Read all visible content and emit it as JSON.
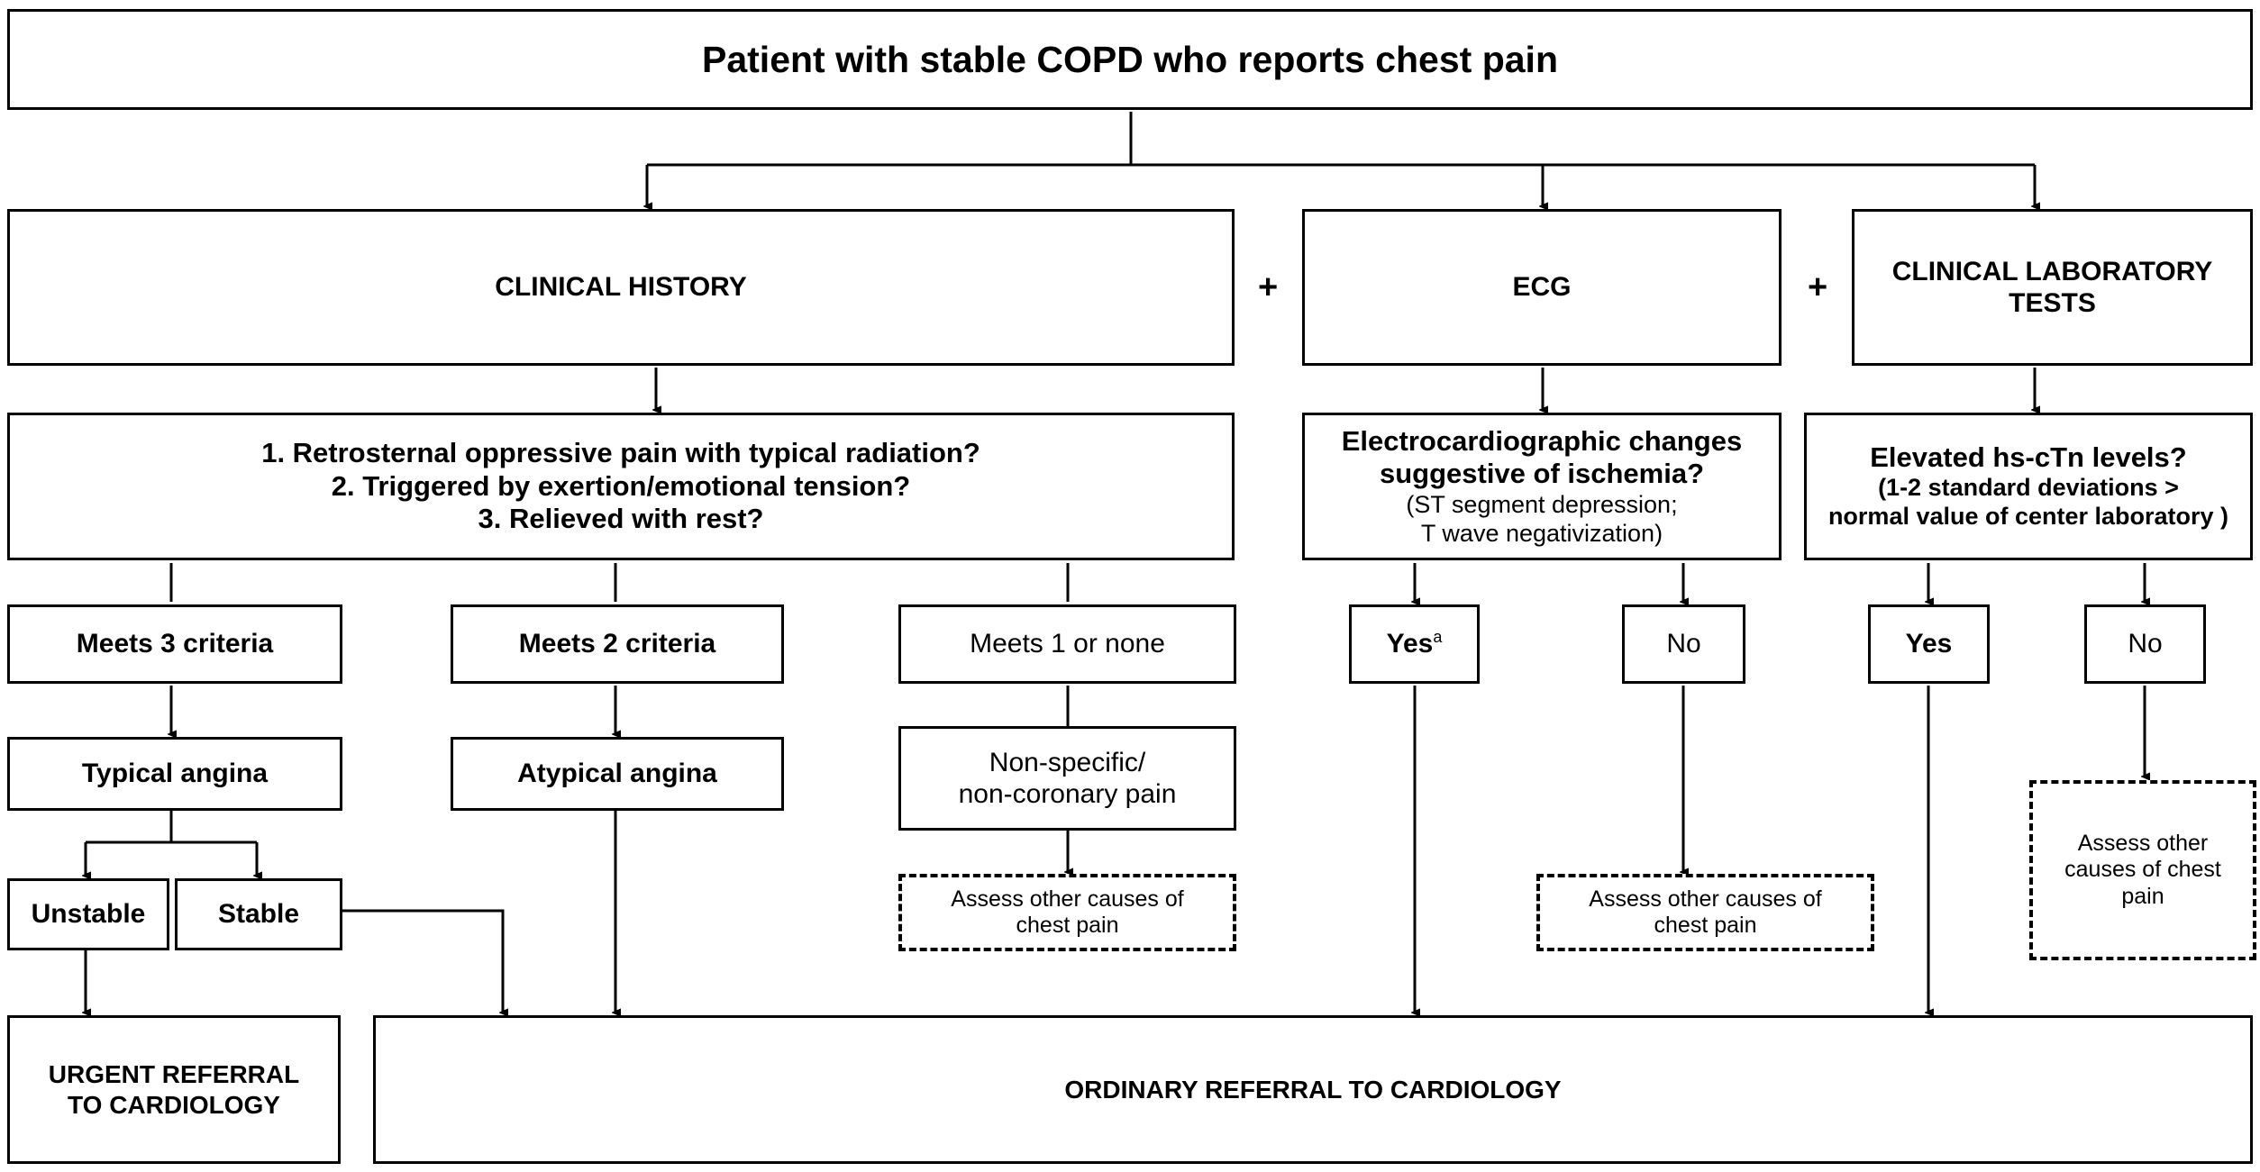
{
  "title": "Patient with stable COPD who reports chest pain",
  "symbols": {
    "plus": "+",
    "footnote_marker": "a"
  },
  "colors": {
    "stroke": "#000000",
    "background": "#ffffff",
    "text": "#000000"
  },
  "nodes": {
    "root": {
      "label": "Patient with stable COPD who reports chest pain"
    },
    "clinical_history": {
      "label": "CLINICAL HISTORY"
    },
    "ecg": {
      "label": "ECG"
    },
    "lab_tests": {
      "label": "CLINICAL LABORATORY TESTS"
    },
    "criteria": {
      "line1": "1. Retrosternal oppressive pain with typical radiation?",
      "line2": "2. Triggered by exertion/emotional tension?",
      "line3": "3. Relieved with rest?"
    },
    "ecg_question": {
      "line1": "Electrocardiographic changes",
      "line2": "suggestive of ischemia?",
      "sub1": "(ST segment depression;",
      "sub2": "T wave negativization)"
    },
    "lab_question": {
      "line1": "Elevated hs-cTn levels?",
      "sub1": "(1-2 standard deviations >",
      "sub2": "normal value of center laboratory )"
    },
    "meets3": {
      "label": "Meets 3 criteria"
    },
    "meets2": {
      "label": "Meets 2 criteria"
    },
    "meets1": {
      "label": "Meets 1 or none"
    },
    "ecg_yes": {
      "label": "Yes"
    },
    "ecg_no": {
      "label": "No"
    },
    "lab_yes": {
      "label": "Yes"
    },
    "lab_no": {
      "label": "No"
    },
    "typical_angina": {
      "label": "Typical angina"
    },
    "atypical_angina": {
      "label": "Atypical angina"
    },
    "nonspecific": {
      "line1": "Non-specific/",
      "line2": "non-coronary pain"
    },
    "unstable": {
      "label": "Unstable"
    },
    "stable": {
      "label": "Stable"
    },
    "assess_nonspecific": {
      "line1": "Assess other causes of",
      "line2": "chest pain"
    },
    "assess_ecg_no": {
      "line1": "Assess other causes of",
      "line2": "chest pain"
    },
    "assess_lab_no": {
      "line1": "Assess other",
      "line2": "causes of chest",
      "line3": "pain"
    },
    "urgent_referral": {
      "line1": "URGENT REFERRAL",
      "line2": "TO CARDIOLOGY"
    },
    "ordinary_referral": {
      "label": "ORDINARY REFERRAL TO CARDIOLOGY"
    }
  }
}
